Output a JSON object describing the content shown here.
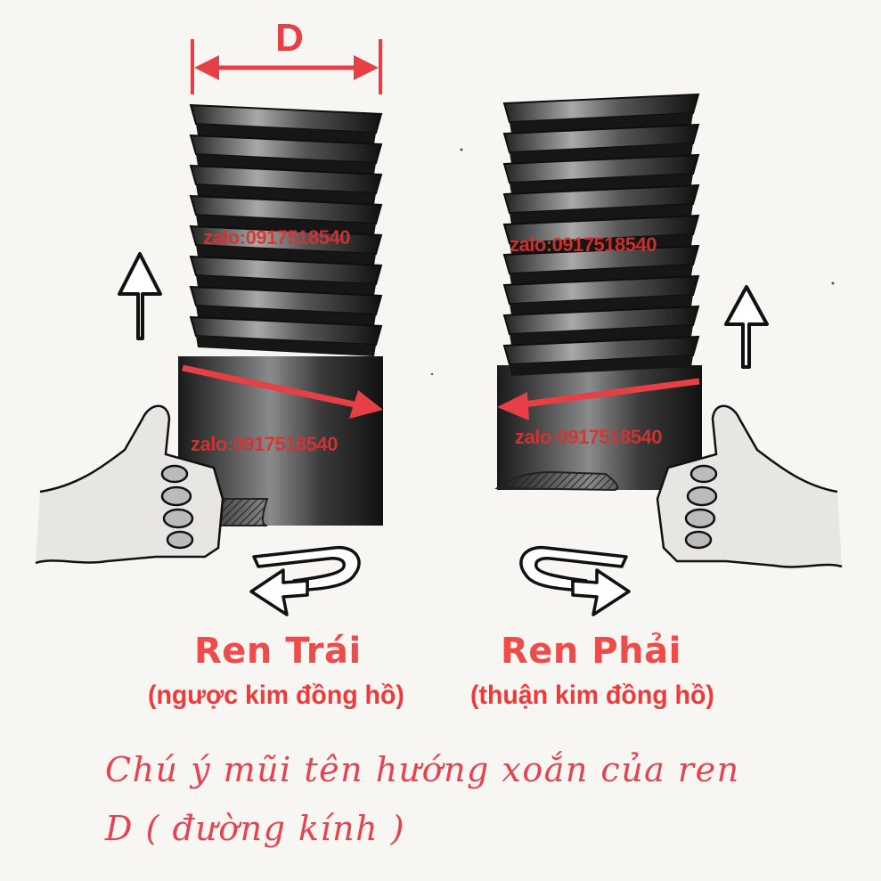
{
  "diameter_label": "D",
  "watermark": "zalo:0917518540",
  "left": {
    "title": "Ren Trái",
    "subtitle": "(ngược kim đồng hồ)"
  },
  "right": {
    "title": "Ren Phải",
    "subtitle": "(thuận kim đồng hồ)"
  },
  "note_line1": "Chú ý mũi tên hướng xoắn của ren",
  "note_line2": "D ( đường kính )",
  "colors": {
    "accent_red": "#e63f45",
    "ink": "#1a1a1a",
    "paper": "#f7f6f3"
  }
}
